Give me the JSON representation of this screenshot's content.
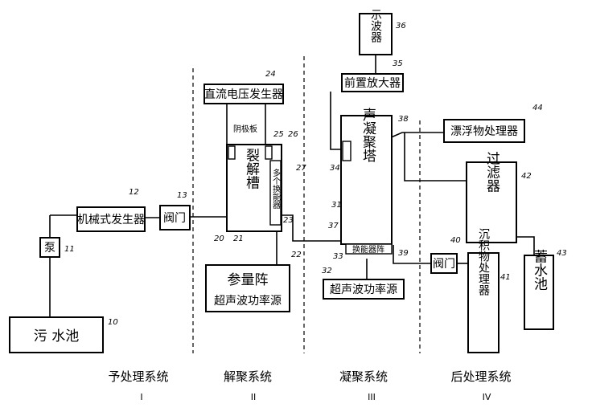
{
  "blocks": {
    "sewage_pool": "污 水池",
    "pump": "泵",
    "mech_generator": "机械式发生器",
    "valve1": "阀门",
    "dc_generator": "直流电压发生器",
    "cathode": "阴极板",
    "electrolysis_tank": "裂解槽",
    "multi_transducer": "多个换能器",
    "param_array": "参量阵",
    "us_power1": "超声波功率源",
    "display": "示波器",
    "preamp": "前置放大器",
    "coag_tower": "声凝聚塔",
    "transducer_array": "换能器阵",
    "us_power2": "超声波功率源",
    "floater": "漂浮物处理器",
    "filter": "过滤器",
    "valve2": "阀门",
    "sediment": "沉积物处理器",
    "reservoir": "蓄水池"
  },
  "refs": {
    "r10": "10",
    "r11": "11",
    "r12": "12",
    "r13": "13",
    "r20": "20",
    "r21": "21",
    "r22": "22",
    "r23": "23",
    "r24": "24",
    "r25": "25",
    "r26": "26",
    "r27": "27",
    "r31": "31",
    "r32": "32",
    "r33": "33",
    "r34": "34",
    "r35": "35",
    "r36": "36",
    "r37": "37",
    "r38": "38",
    "r39": "39",
    "r40": "40",
    "r41": "41",
    "r42": "42",
    "r43": "43",
    "r44": "44"
  },
  "systems": [
    {
      "name": "予处理系统",
      "numeral": "I"
    },
    {
      "name": "解聚系统",
      "numeral": "II"
    },
    {
      "name": "凝聚系统",
      "numeral": "III"
    },
    {
      "name": "后处理系统",
      "numeral": "IV"
    }
  ]
}
